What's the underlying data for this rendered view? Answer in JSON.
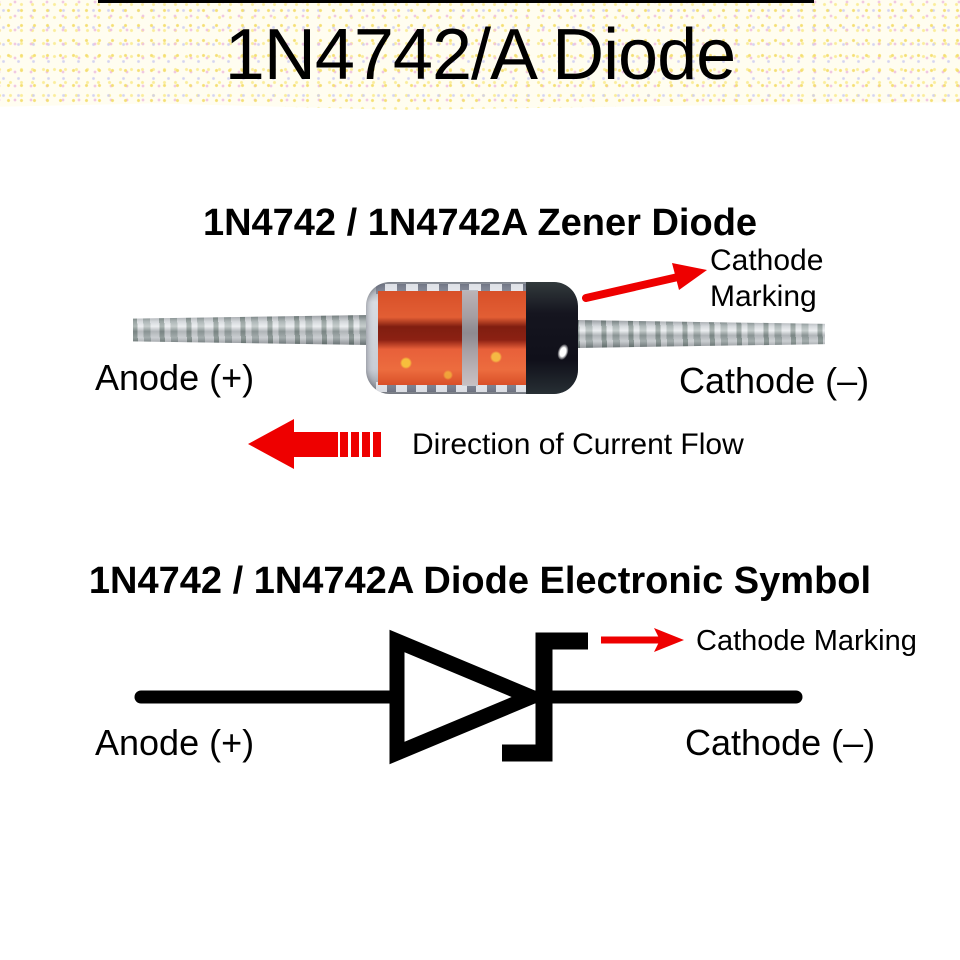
{
  "banner": {
    "title": "1N4742/A Diode"
  },
  "photo_section": {
    "heading": "1N4742 / 1N4742A Zener Diode",
    "cathode_marking_line1": "Cathode",
    "cathode_marking_line2": "Marking",
    "anode_label": "Anode (+)",
    "cathode_label": "Cathode (–)",
    "current_flow_label": "Direction of Current Flow"
  },
  "symbol_section": {
    "heading": "1N4742 / 1N4742A Diode Electronic Symbol",
    "cathode_marking_label": "Cathode Marking",
    "anode_label": "Anode (+)",
    "cathode_label": "Cathode (–)"
  },
  "colors": {
    "accent_red": "#ee0000",
    "banner_background": "#fdf8e6",
    "text": "#000000",
    "diode_body_orange": "#e25e34",
    "diode_cathode_band": "#14141e",
    "lead_silver": "#b9bec2"
  }
}
